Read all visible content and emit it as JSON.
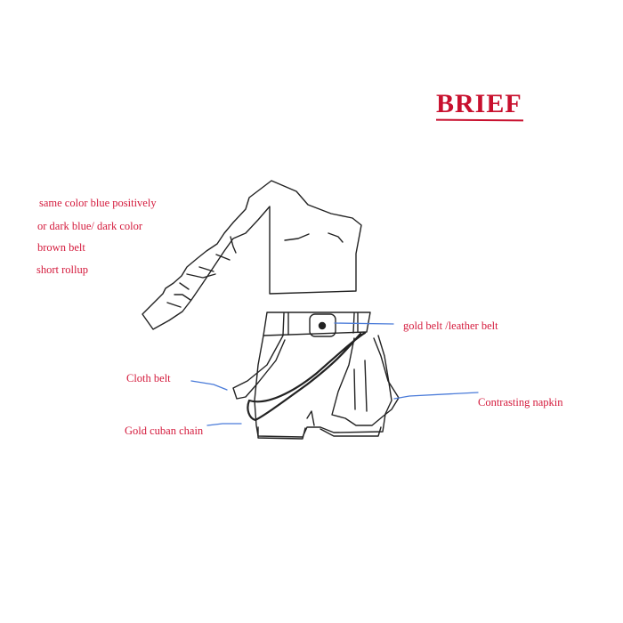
{
  "title": "BRIEF",
  "notes": [
    "same color blue positively",
    "or dark blue/ dark color",
    "brown belt",
    "short rollup"
  ],
  "annotations": {
    "gold_belt": "gold belt /leather belt",
    "cloth_belt": "Cloth belt",
    "gold_cuban_chain": "Gold cuban chain",
    "contrasting_napkin": "Contrasting napkin"
  },
  "colors": {
    "text_accent": "#d41a3c",
    "leader_lines": "#4a7bd9",
    "sketch_lines": "#222222"
  }
}
